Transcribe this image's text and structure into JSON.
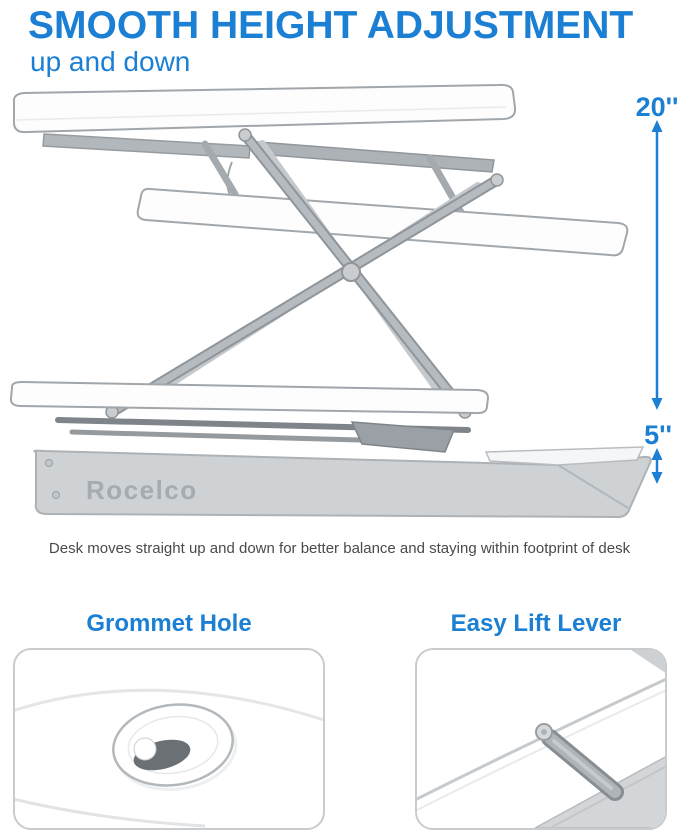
{
  "header": {
    "title": "SMOOTH HEIGHT ADJUSTMENT",
    "subtitle": "up and down"
  },
  "diagram": {
    "measurements": {
      "raised_height": "20''",
      "lowered_height": "5''"
    },
    "brand": "Rocelco",
    "caption": "Desk moves straight up and down for better balance and staying within footprint of desk"
  },
  "details": {
    "grommet": {
      "label": "Grommet Hole"
    },
    "lever": {
      "label": "Easy Lift Lever"
    }
  },
  "colors": {
    "accent_blue": "#1b7fd4",
    "frame_gray": "#a9aeb3",
    "brand_gray": "#a6abaf",
    "caption_gray": "#4a4a4a"
  }
}
